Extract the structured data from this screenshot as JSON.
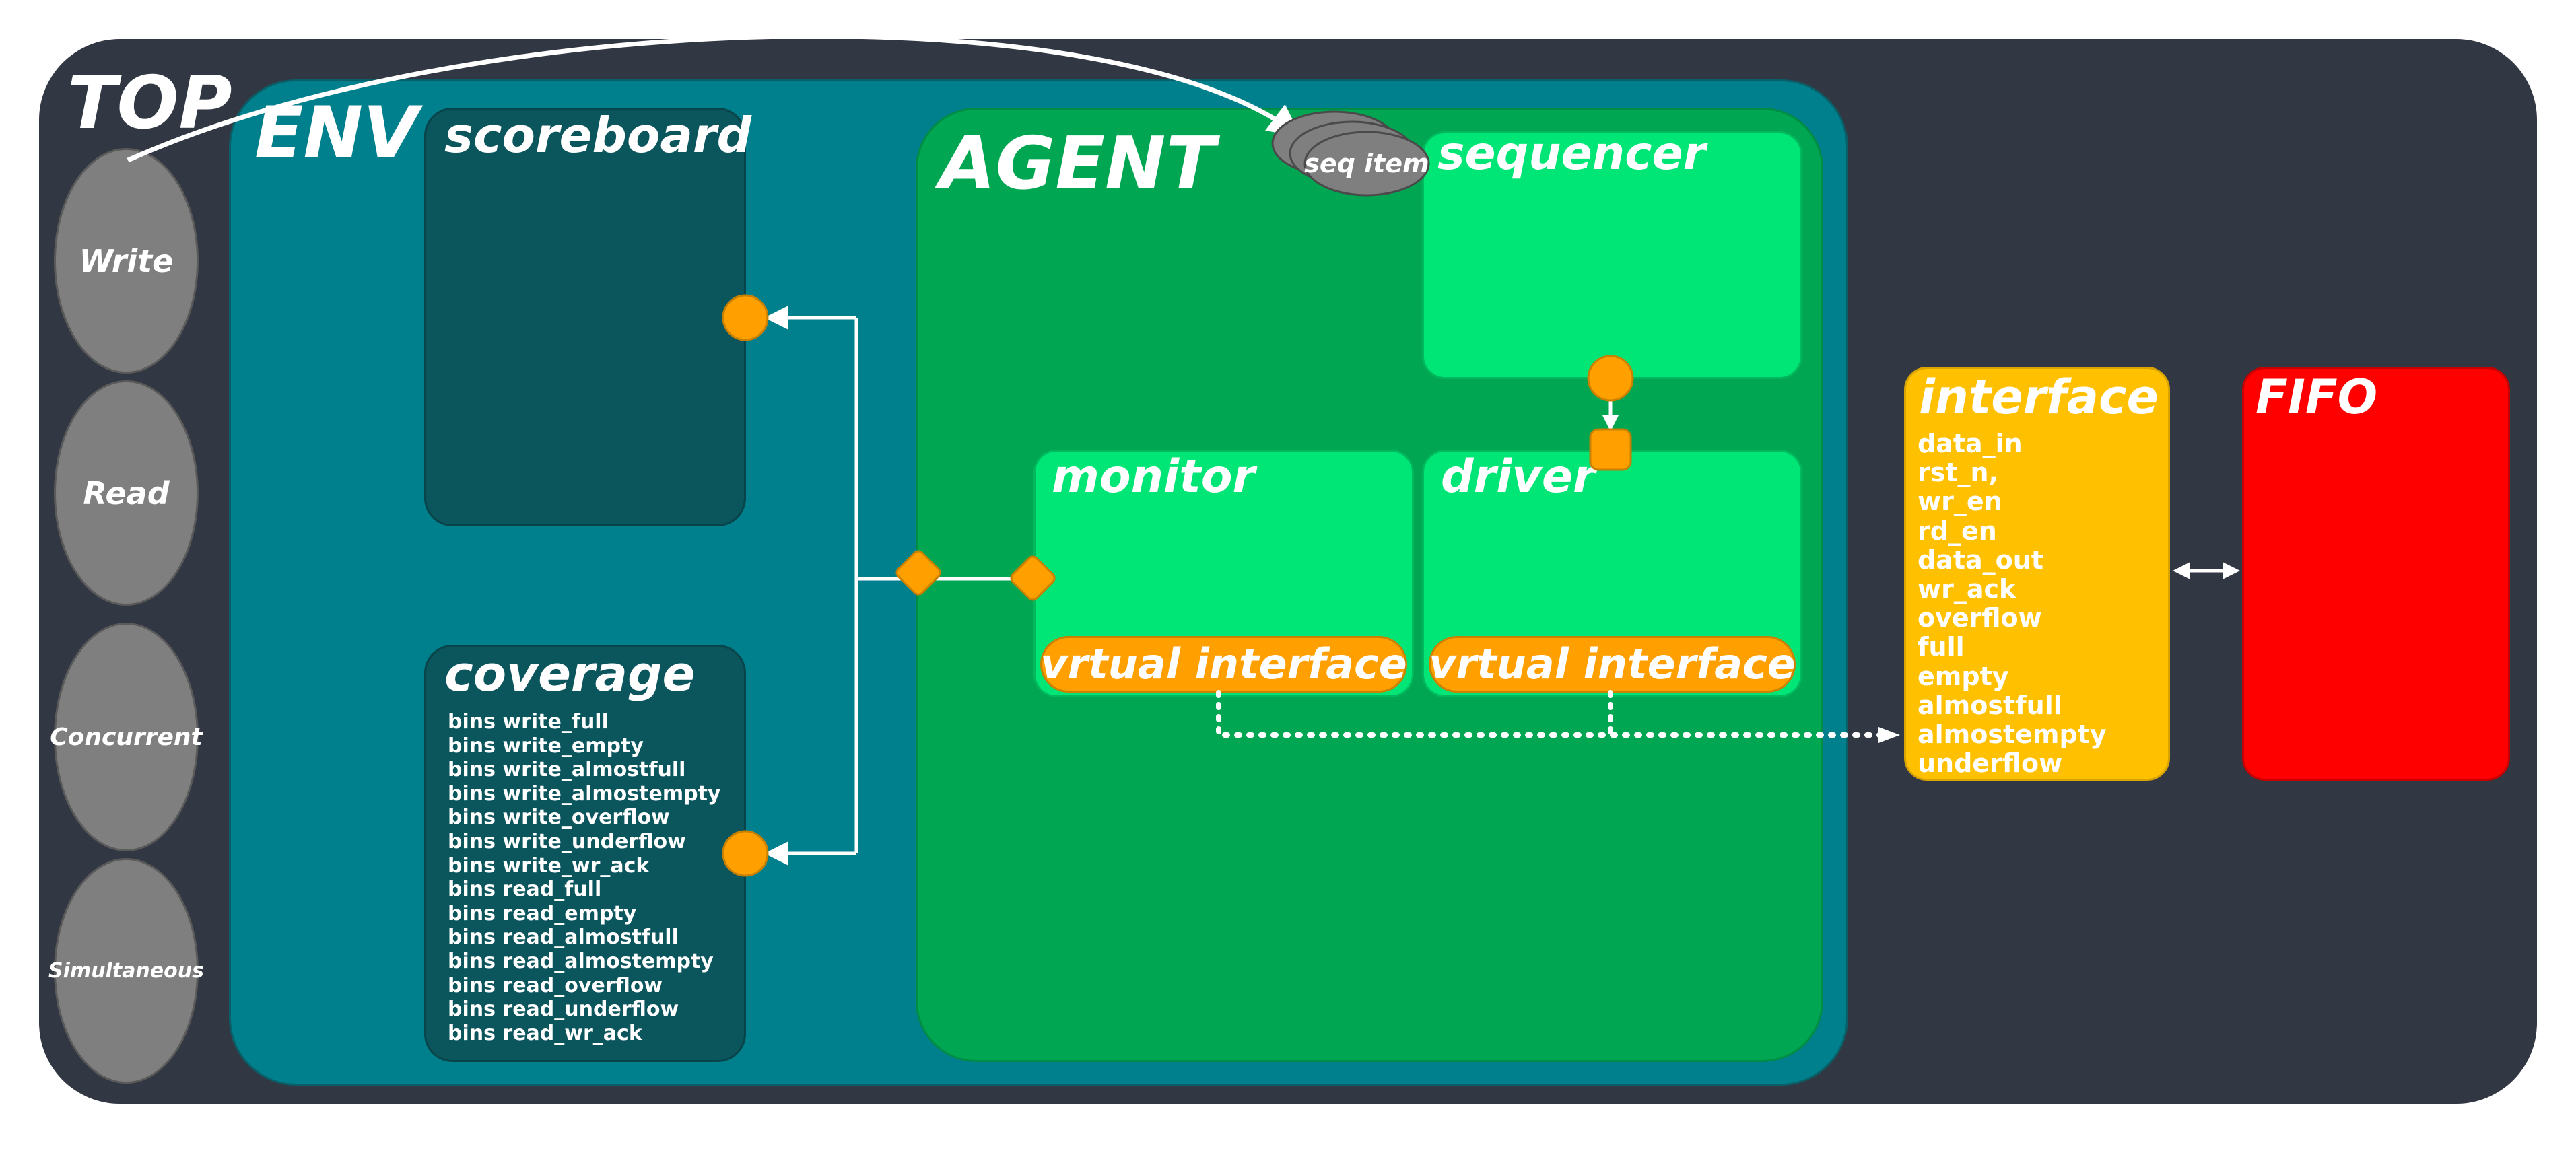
{
  "top": {
    "title": "TOP"
  },
  "tests": [
    {
      "label": "Write"
    },
    {
      "label": "Read"
    },
    {
      "label": "Concurrent"
    },
    {
      "label": "Simultaneous"
    }
  ],
  "env": {
    "title": "ENV"
  },
  "scoreboard": {
    "title": "scoreboard"
  },
  "coverage": {
    "title": "coverage",
    "bins": [
      "bins write_full",
      "bins write_empty",
      "bins write_almostfull",
      "bins write_almostempty",
      "bins write_overflow",
      "bins write_underflow",
      "bins write_wr_ack",
      "bins read_full",
      "bins read_empty",
      "bins read_almostfull",
      "bins read_almostempty",
      "bins read_overflow",
      "bins read_underflow",
      "bins read_wr_ack"
    ]
  },
  "agent": {
    "title": "AGENT"
  },
  "seq_item": {
    "label": "seq item"
  },
  "sequencer": {
    "title": "sequencer"
  },
  "monitor": {
    "title": "monitor",
    "vif_label": "vrtual interface"
  },
  "driver": {
    "title": "driver",
    "vif_label": "vrtual interface"
  },
  "interface": {
    "title": "interface",
    "signals": [
      "data_in",
      "rst_n,",
      "wr_en",
      "rd_en",
      "data_out",
      "wr_ack",
      "overflow",
      "full",
      "empty",
      "almostfull",
      "almostempty",
      "underflow"
    ]
  },
  "fifo": {
    "title": "FIFO"
  },
  "colors": {
    "top_bg": "#323843",
    "env_bg": "#007f8c",
    "dark_block": "#0b555d",
    "agent_bg": "#00a651",
    "component": "#00e676",
    "orange": "#ffa000",
    "interface": "#ffc000",
    "fifo": "#ff0000"
  }
}
